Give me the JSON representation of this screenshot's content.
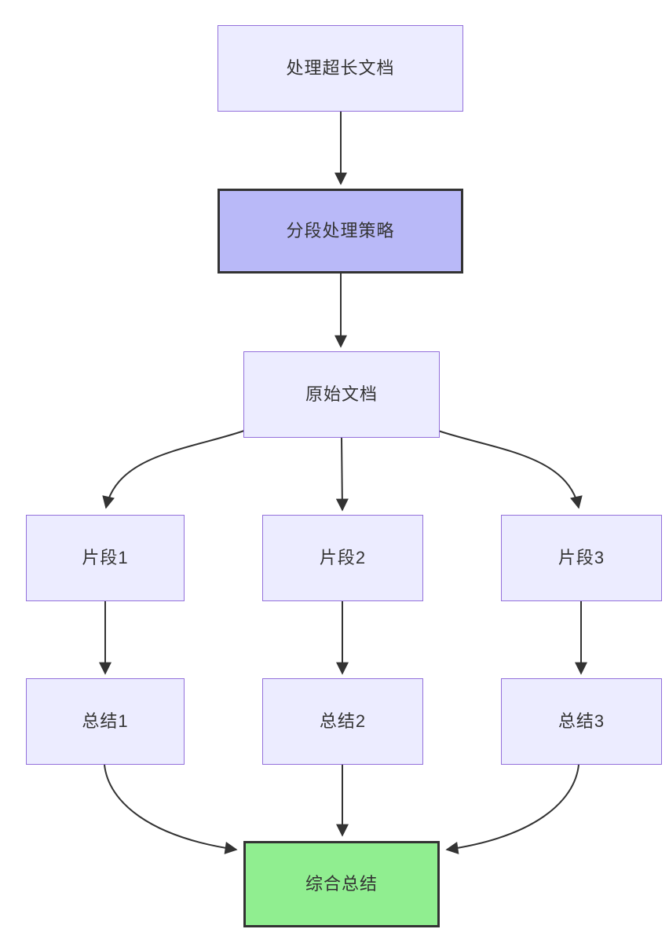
{
  "diagram": {
    "type": "flowchart",
    "direction": "top-down",
    "nodes": {
      "start": {
        "label": "处理超长文档",
        "style": "default"
      },
      "strategy": {
        "label": "分段处理策略",
        "style": "highlight"
      },
      "doc": {
        "label": "原始文档",
        "style": "default"
      },
      "seg1": {
        "label": "片段1",
        "style": "default"
      },
      "seg2": {
        "label": "片段2",
        "style": "default"
      },
      "seg3": {
        "label": "片段3",
        "style": "default"
      },
      "sum1": {
        "label": "总结1",
        "style": "default"
      },
      "sum2": {
        "label": "总结2",
        "style": "default"
      },
      "sum3": {
        "label": "总结3",
        "style": "default"
      },
      "final": {
        "label": "综合总结",
        "style": "success"
      }
    },
    "edges": [
      {
        "from": "start",
        "to": "strategy"
      },
      {
        "from": "strategy",
        "to": "doc"
      },
      {
        "from": "doc",
        "to": "seg1"
      },
      {
        "from": "doc",
        "to": "seg2"
      },
      {
        "from": "doc",
        "to": "seg3"
      },
      {
        "from": "seg1",
        "to": "sum1"
      },
      {
        "from": "seg2",
        "to": "sum2"
      },
      {
        "from": "seg3",
        "to": "sum3"
      },
      {
        "from": "sum1",
        "to": "final"
      },
      {
        "from": "sum2",
        "to": "final"
      },
      {
        "from": "sum3",
        "to": "final"
      }
    ],
    "colors": {
      "node_fill": "#ECECFF",
      "node_border": "#9370DB",
      "highlight_fill": "#B9B9F8",
      "highlight_border": "#333333",
      "success_fill": "#90EE90",
      "success_border": "#333333",
      "edge": "#333333",
      "text": "#333333",
      "background": "#FFFFFF"
    }
  }
}
